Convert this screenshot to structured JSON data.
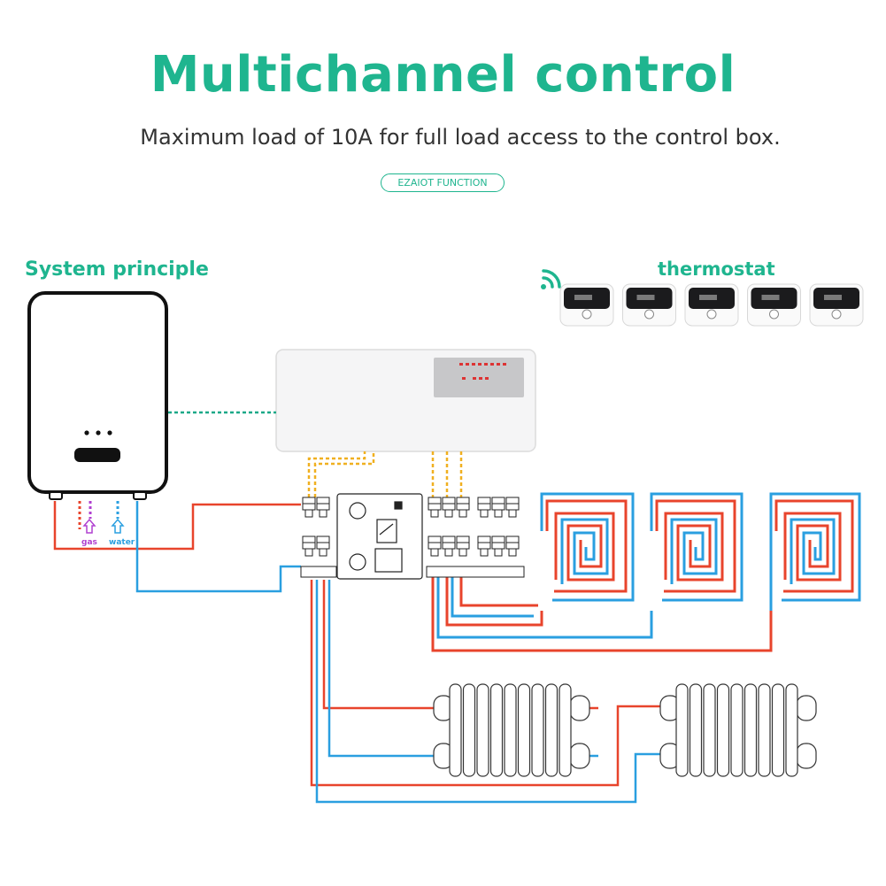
{
  "header": {
    "title": "Multichannel control",
    "subtitle": "Maximum load of 10A for full load access to the control box.",
    "badge": "EZAIOT FUNCTION"
  },
  "diagram": {
    "system_label": "System principle",
    "thermostat_label": "thermostat",
    "thermostat_count": 5,
    "boiler_labels": {
      "gas": "gas",
      "water": "water"
    },
    "colors": {
      "accent": "#1fb58f",
      "hot_pipe": "#e8442c",
      "cold_pipe": "#2a9fe0",
      "signal_wire": "#f0b020",
      "gas_line": "#b040d0"
    }
  }
}
